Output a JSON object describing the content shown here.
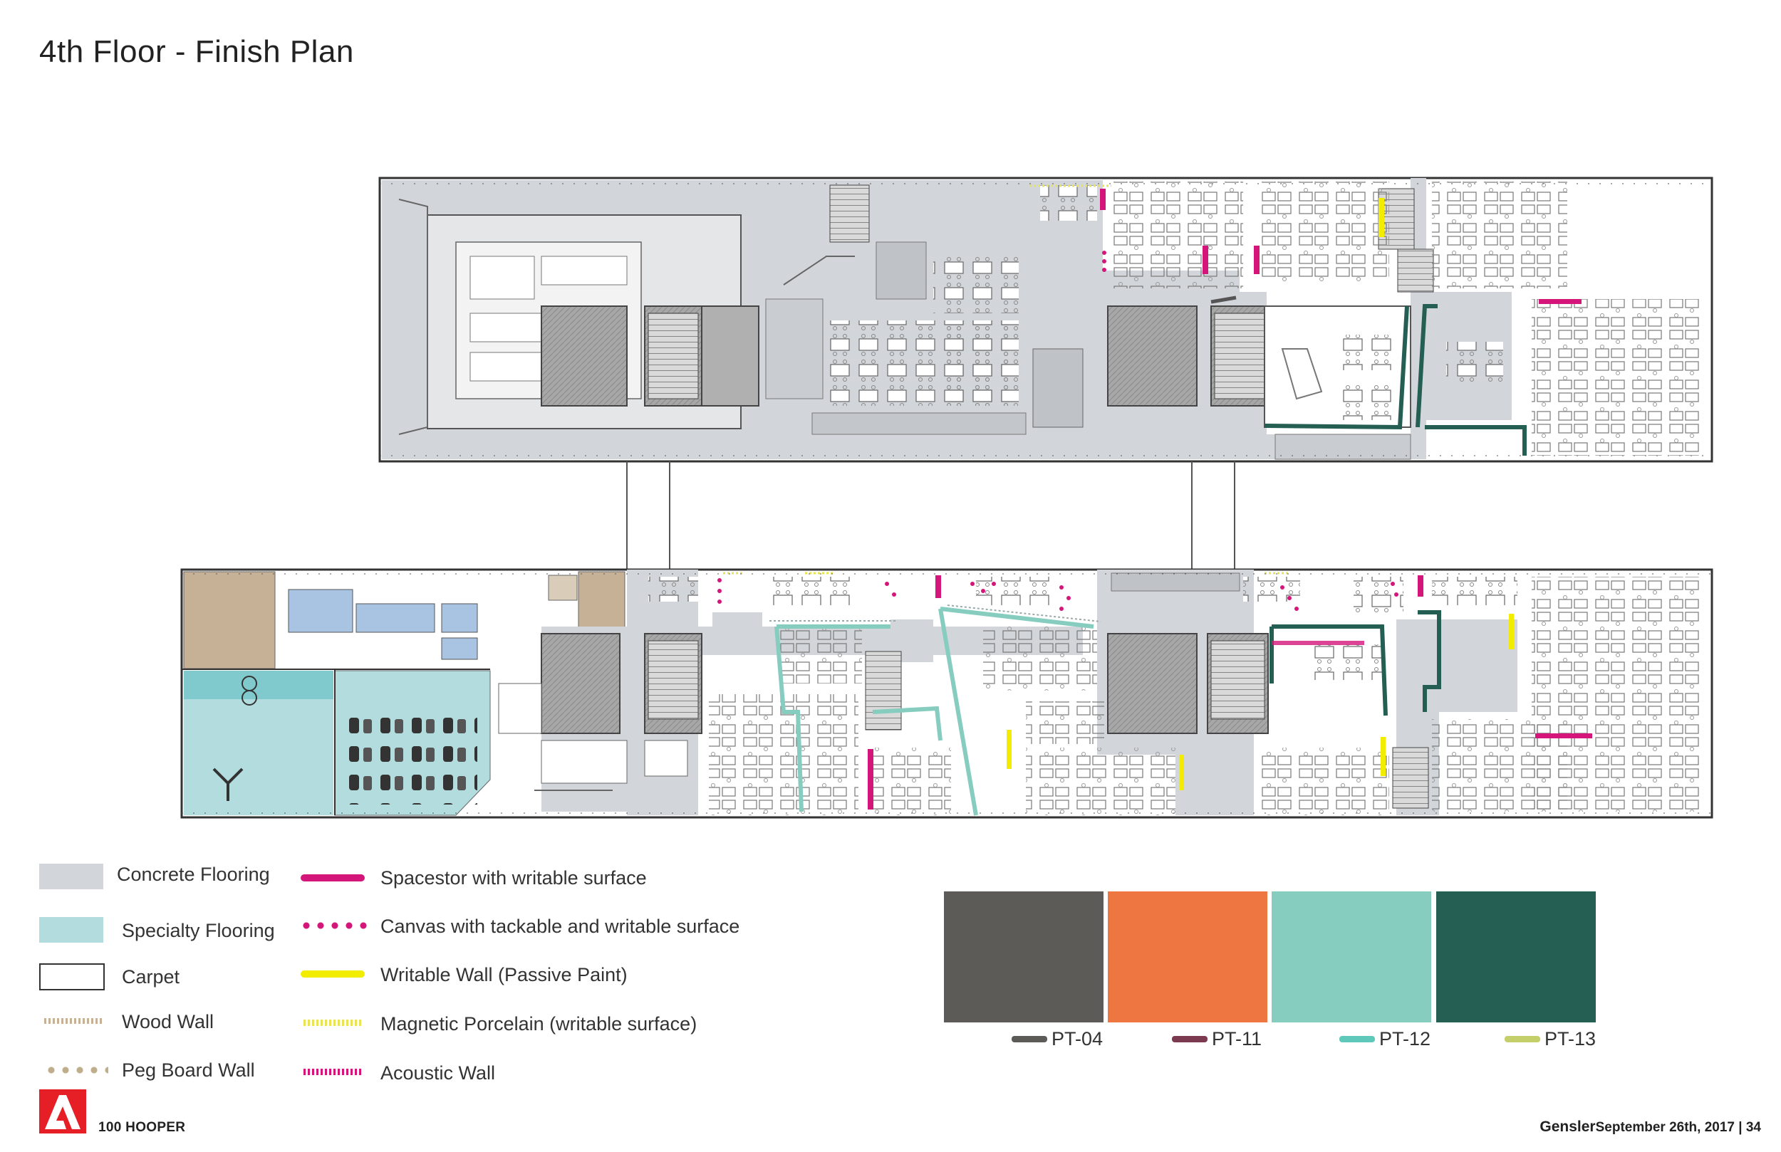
{
  "header": {
    "title": "4th Floor - Finish Plan"
  },
  "colors": {
    "concrete": "#d2d6db",
    "specialty": "#b2dcdd",
    "wood": "#c6b196",
    "spacestor": "#d4157a",
    "writable_wall": "#f2ec00",
    "magnetic": "#e8e455",
    "pt04": "#5d5b58",
    "pt11": "#ee7641",
    "pt12": "#86cdc0",
    "pt13": "#255e52",
    "pt11_bar": "#7b3a4f",
    "pt12_bar": "#5ec9bb",
    "pt13_bar": "#c5cf6a"
  },
  "legend": {
    "concrete": "Concrete Flooring",
    "specialty": "Specialty Flooring",
    "carpet": "Carpet",
    "wood_wall": "Wood Wall",
    "peg_board": "Peg Board Wall",
    "spacestor": "Spacestor with writable surface",
    "canvas": "Canvas with tackable and writable surface",
    "writable_wall": "Writable Wall (Passive Paint)",
    "magnetic": "Magnetic Porcelain (writable surface)",
    "acoustic": "Acoustic Wall"
  },
  "paints": [
    {
      "label": "PT-04"
    },
    {
      "label": "PT-11"
    },
    {
      "label": "PT-12"
    },
    {
      "label": "PT-13"
    }
  ],
  "footer": {
    "client": "100 HOOPER",
    "brand": "Gensler",
    "date": "September 26th, 2017 | 34"
  }
}
